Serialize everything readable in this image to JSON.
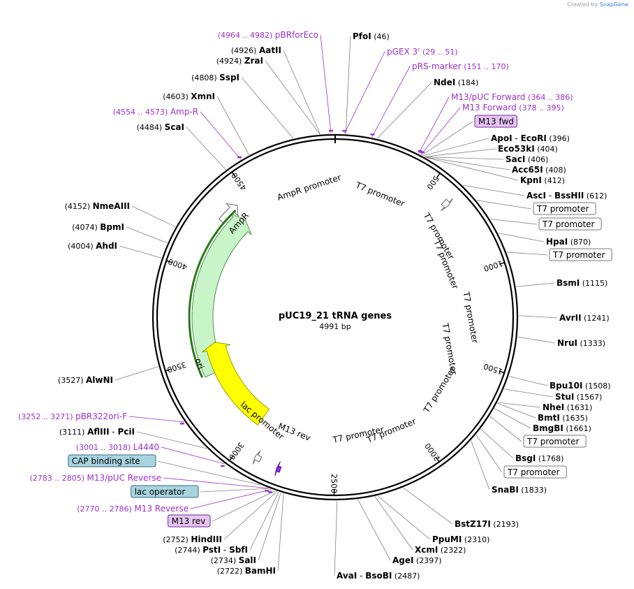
{
  "credit": {
    "prefix": "Created by",
    "brand": "SnapGene"
  },
  "map": {
    "title": "pUC19_21 tRNA genes",
    "length_label": "4991 bp",
    "total_bp": 4991
  },
  "colors": {
    "enzyme_text": "#000000",
    "primer": "#9b30c8",
    "leader": "#808080"
  },
  "ticks": [
    {
      "label": "500",
      "bp": 500
    },
    {
      "label": "1000",
      "bp": 1000
    },
    {
      "label": "1500",
      "bp": 1500
    },
    {
      "label": "2000",
      "bp": 2000
    },
    {
      "label": "2500",
      "bp": 2500
    },
    {
      "label": "3000",
      "bp": 3000
    },
    {
      "label": "3500",
      "bp": 3500
    },
    {
      "label": "4000",
      "bp": 4000
    },
    {
      "label": "4500",
      "bp": 4500
    }
  ],
  "labels": [
    {
      "name": "PfoI",
      "pos": "(46)",
      "bp": 46,
      "kind": "enzyme"
    },
    {
      "name": "pGEX 3'",
      "pos": "(29 .. 51)",
      "bp": 40,
      "kind": "primer"
    },
    {
      "name": "pRS-marker",
      "pos": "(151 .. 170)",
      "bp": 160,
      "kind": "primer"
    },
    {
      "name": "NdeI",
      "pos": "(184)",
      "bp": 184,
      "kind": "enzyme"
    },
    {
      "name": "M13/pUC Forward",
      "pos": "(364 .. 386)",
      "bp": 375,
      "kind": "primer"
    },
    {
      "name": "M13 Forward",
      "pos": "(378 .. 395)",
      "bp": 386,
      "kind": "primer"
    },
    {
      "name": "M13 fwd",
      "pos": "",
      "bp": 390,
      "kind": "boxpurple"
    },
    {
      "name": "ApoI",
      "name2": "EcoRI",
      "pos": "(396)",
      "bp": 396,
      "kind": "enzyme"
    },
    {
      "name": "Eco53kI",
      "pos": "(404)",
      "bp": 404,
      "kind": "enzyme"
    },
    {
      "name": "SacI",
      "pos": "(406)",
      "bp": 406,
      "kind": "enzyme"
    },
    {
      "name": "Acc65I",
      "pos": "(408)",
      "bp": 408,
      "kind": "enzyme"
    },
    {
      "name": "KpnI",
      "pos": "(412)",
      "bp": 412,
      "kind": "enzyme"
    },
    {
      "name": "AscI",
      "name2": "BssHII",
      "pos": "(612)",
      "bp": 612,
      "kind": "enzyme"
    },
    {
      "name": "T7 promoter",
      "pos": "",
      "bp": 700,
      "kind": "boxwhite"
    },
    {
      "name": "T7 promoter",
      "pos": "",
      "bp": 800,
      "kind": "boxwhite"
    },
    {
      "name": "HpaI",
      "pos": "(870)",
      "bp": 870,
      "kind": "enzyme"
    },
    {
      "name": "T7 promoter",
      "pos": "",
      "bp": 960,
      "kind": "boxwhite"
    },
    {
      "name": "BsmI",
      "pos": "(1115)",
      "bp": 1115,
      "kind": "enzyme"
    },
    {
      "name": "AvrII",
      "pos": "(1241)",
      "bp": 1241,
      "kind": "enzyme"
    },
    {
      "name": "NruI",
      "pos": "(1333)",
      "bp": 1333,
      "kind": "enzyme"
    },
    {
      "name": "Bpu10I",
      "pos": "(1508)",
      "bp": 1508,
      "kind": "enzyme"
    },
    {
      "name": "StuI",
      "pos": "(1567)",
      "bp": 1567,
      "kind": "enzyme"
    },
    {
      "name": "NheI",
      "pos": "(1631)",
      "bp": 1631,
      "kind": "enzyme"
    },
    {
      "name": "BmtI",
      "pos": "(1635)",
      "bp": 1635,
      "kind": "enzyme"
    },
    {
      "name": "BmgBI",
      "pos": "(1661)",
      "bp": 1661,
      "kind": "enzyme"
    },
    {
      "name": "T7 promoter",
      "pos": "",
      "bp": 1700,
      "kind": "boxwhite"
    },
    {
      "name": "BsgI",
      "pos": "(1768)",
      "bp": 1768,
      "kind": "enzyme"
    },
    {
      "name": "T7 promoter",
      "pos": "",
      "bp": 1800,
      "kind": "boxwhite"
    },
    {
      "name": "SnaBI",
      "pos": "(1833)",
      "bp": 1833,
      "kind": "enzyme"
    },
    {
      "name": "BstZ17I",
      "pos": "(2193)",
      "bp": 2193,
      "kind": "enzyme"
    },
    {
      "name": "PpuMI",
      "pos": "(2310)",
      "bp": 2310,
      "kind": "enzyme"
    },
    {
      "name": "XcmI",
      "pos": "(2322)",
      "bp": 2322,
      "kind": "enzyme"
    },
    {
      "name": "AgeI",
      "pos": "(2397)",
      "bp": 2397,
      "kind": "enzyme"
    },
    {
      "name": "AvaI",
      "name2": "BsoBI",
      "pos": "(2487)",
      "bp": 2487,
      "kind": "enzyme"
    },
    {
      "name": "BamHI",
      "pos": "(2722)",
      "bp": 2722,
      "kind": "enzyme"
    },
    {
      "name": "SalI",
      "pos": "(2734)",
      "bp": 2734,
      "kind": "enzyme"
    },
    {
      "name": "PstI",
      "name2": "SbfI",
      "pos": "(2744)",
      "bp": 2744,
      "kind": "enzyme"
    },
    {
      "name": "HindIII",
      "pos": "(2752)",
      "bp": 2752,
      "kind": "enzyme"
    },
    {
      "name": "M13 rev",
      "pos": "",
      "bp": 2760,
      "kind": "boxpurple"
    },
    {
      "name": "M13 Reverse",
      "pos": "(2770 .. 2786)",
      "bp": 2778,
      "kind": "primer"
    },
    {
      "name": "lac operator",
      "pos": "",
      "bp": 2790,
      "kind": "boxblue"
    },
    {
      "name": "M13/pUC Reverse",
      "pos": "(2783 .. 2805)",
      "bp": 2794,
      "kind": "primer"
    },
    {
      "name": "CAP binding site",
      "pos": "",
      "bp": 2830,
      "kind": "boxblue"
    },
    {
      "name": "L4440",
      "pos": "(3001 .. 3018)",
      "bp": 3010,
      "kind": "primer"
    },
    {
      "name": "AflIII",
      "name2": "PciI",
      "pos": "(3111)",
      "bp": 3111,
      "kind": "enzyme"
    },
    {
      "name": "pBR322ori-F",
      "pos": "(3252 .. 3271)",
      "bp": 3261,
      "kind": "primer"
    },
    {
      "name": "AlwNI",
      "pos": "(3527)",
      "bp": 3527,
      "kind": "enzyme"
    },
    {
      "name": "AhdI",
      "pos": "(4004)",
      "bp": 4004,
      "kind": "enzyme"
    },
    {
      "name": "BpmI",
      "pos": "(4074)",
      "bp": 4074,
      "kind": "enzyme"
    },
    {
      "name": "NmeAIII",
      "pos": "(4152)",
      "bp": 4152,
      "kind": "enzyme"
    },
    {
      "name": "ScaI",
      "pos": "(4484)",
      "bp": 4484,
      "kind": "enzyme"
    },
    {
      "name": "Amp-R",
      "pos": "(4554 .. 4573)",
      "bp": 4563,
      "kind": "primer"
    },
    {
      "name": "XmnI",
      "pos": "(4603)",
      "bp": 4603,
      "kind": "enzyme"
    },
    {
      "name": "SspI",
      "pos": "(4808)",
      "bp": 4808,
      "kind": "enzyme"
    },
    {
      "name": "ZraI",
      "pos": "(4924)",
      "bp": 4924,
      "kind": "enzyme"
    },
    {
      "name": "AatII",
      "pos": "(4926)",
      "bp": 4926,
      "kind": "enzyme"
    },
    {
      "name": "pBRforEco",
      "pos": "(4964 .. 4982)",
      "bp": 4973,
      "kind": "primer"
    }
  ],
  "features": [
    {
      "name": "AmpR",
      "start": 3400,
      "end": 4400,
      "fill": "#c8f5c8",
      "stroke": "#5a8a5a"
    },
    {
      "name": "AmpR promoter",
      "start": 4300,
      "end": 4420,
      "fill": "#ffffff",
      "stroke": "#666666"
    },
    {
      "name": "ori",
      "start": 2990,
      "end": 3580,
      "fill": "#ffff00",
      "stroke": "#9a9a00"
    },
    {
      "name": "lac promoter",
      "start": 2880,
      "end": 2910,
      "fill": "#ffffff",
      "stroke": "#666666"
    },
    {
      "name": "M13 rev",
      "start": 2770,
      "end": 2790,
      "fill": "#8a2be2",
      "stroke": "#5a1a9a"
    },
    {
      "name": "T7 promoter",
      "start": 600,
      "end": 630,
      "fill": "#ffffff",
      "stroke": "#666666"
    }
  ],
  "feature_labels": [
    {
      "text": "AmpR promoter"
    },
    {
      "text": "AmpR"
    },
    {
      "text": "ori"
    },
    {
      "text": "lac promoter"
    },
    {
      "text": "M13 rev"
    },
    {
      "text": "T7 promoter"
    },
    {
      "text": "T7 promoter"
    },
    {
      "text": "T7 promoter"
    },
    {
      "text": "T7 promoter"
    },
    {
      "text": "T7 promoter"
    },
    {
      "text": "T7 promoter"
    },
    {
      "text": "T7 promoter"
    },
    {
      "text": "T7 promoter"
    }
  ]
}
